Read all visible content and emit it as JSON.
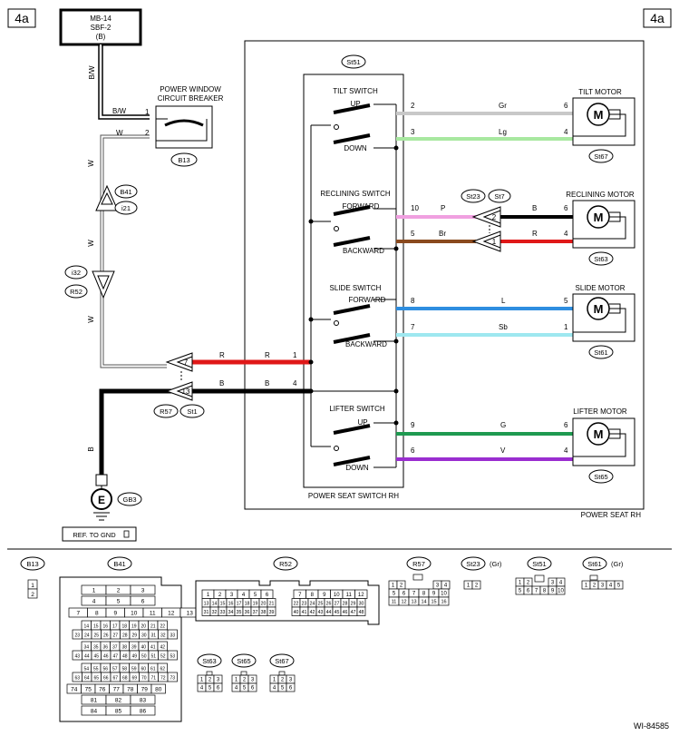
{
  "page": {
    "section_tag": "4a",
    "figure_id": "WI-84585"
  },
  "fuse": {
    "line1": "MB-14",
    "line2": "SBF-2",
    "line3": "(B)"
  },
  "breaker": {
    "line1": "POWER WINDOW",
    "line2": "CIRCUIT BREAKER",
    "connector": "B13",
    "pin1": "1",
    "pin2": "2"
  },
  "wire_colors": {
    "bw": "B/W",
    "w": "W",
    "r": "R",
    "b": "B"
  },
  "connectors": {
    "b41": "B41",
    "i21": "i21",
    "i32": "i32",
    "r52": "R52",
    "r57": "R57",
    "st1": "St1",
    "gb3": "GB3",
    "st23": "St23",
    "st7": "St7",
    "st51": "St51",
    "st67": "St67",
    "st63": "St63",
    "st61": "St61",
    "st65": "St65"
  },
  "ground": {
    "symbol": "E",
    "ref": "REF. TO GND"
  },
  "switch_box": {
    "title": "POWER SEAT SWITCH RH",
    "in_pin_r": "1",
    "in_pin_b": "4",
    "junction_7": "7",
    "junction_13": "13",
    "tilt": {
      "label": "TILT SWITCH",
      "up": "UP",
      "down": "DOWN",
      "pin_up": "2",
      "pin_down": "3"
    },
    "recline": {
      "label": "RECLINING SWITCH",
      "fwd": "FORWARD",
      "back": "BACKWARD",
      "pin_fwd": "10",
      "pin_back": "5",
      "junction_2": "2",
      "junction_1": "1"
    },
    "slide": {
      "label": "SLIDE SWITCH",
      "fwd": "FORWARD",
      "back": "BACKWARD",
      "pin_fwd": "8",
      "pin_back": "7"
    },
    "lifter": {
      "label": "LIFTER SWITCH",
      "up": "UP",
      "down": "DOWN",
      "pin_up": "9",
      "pin_down": "6"
    }
  },
  "seat_title": "POWER SEAT RH",
  "motors": {
    "tilt": {
      "label": "TILT MOTOR",
      "symbol": "M",
      "pin_a": "6",
      "pin_b": "4",
      "conn": "St67"
    },
    "recline": {
      "label": "RECLINING MOTOR",
      "symbol": "M",
      "pin_a": "6",
      "pin_b": "4",
      "conn": "St63"
    },
    "slide": {
      "label": "SLIDE MOTOR",
      "symbol": "M",
      "pin_a": "5",
      "pin_b": "1",
      "conn": "St61"
    },
    "lifter": {
      "label": "LIFTER MOTOR",
      "symbol": "M",
      "pin_a": "6",
      "pin_b": "4",
      "conn": "St65"
    }
  },
  "wires": {
    "gr": {
      "label": "Gr",
      "color": "#c8c8c8"
    },
    "lg": {
      "label": "Lg",
      "color": "#a8e8a0"
    },
    "p": {
      "label": "P",
      "color": "#f0a0e0"
    },
    "br": {
      "label": "Br",
      "color": "#8a4a1e"
    },
    "l": {
      "label": "L",
      "color": "#2e8ee0"
    },
    "sb": {
      "label": "Sb",
      "color": "#9ee8f0"
    },
    "g": {
      "label": "G",
      "color": "#1e9a50"
    },
    "v": {
      "label": "V",
      "color": "#9a2ed0"
    },
    "b": {
      "label": "B",
      "color": "#000000"
    },
    "r": {
      "label": "R",
      "color": "#e01818"
    }
  },
  "legend": {
    "b13": {
      "label": "B13",
      "pins": [
        "1",
        "2"
      ]
    },
    "b41": {
      "label": "B41",
      "rows": [
        [
          "1",
          "2",
          "3"
        ],
        [
          "4",
          "5",
          "6"
        ],
        [
          "7",
          "8",
          "9",
          "10",
          "11",
          "12",
          "13"
        ],
        [
          "14",
          "15",
          "16",
          "17",
          "18",
          "19",
          "20",
          "21",
          "22"
        ],
        [
          "23",
          "24",
          "25",
          "26",
          "27",
          "28",
          "29",
          "30",
          "31",
          "32",
          "33"
        ],
        [
          "34",
          "35",
          "36",
          "37",
          "38",
          "39",
          "40",
          "41",
          "42"
        ],
        [
          "43",
          "44",
          "45",
          "46",
          "47",
          "48",
          "49",
          "50",
          "51",
          "52",
          "53"
        ],
        [
          "54",
          "55",
          "56",
          "57",
          "58",
          "59",
          "60",
          "61",
          "62"
        ],
        [
          "63",
          "64",
          "65",
          "66",
          "67",
          "68",
          "69",
          "70",
          "71",
          "72",
          "73"
        ],
        [
          "74",
          "75",
          "76",
          "77",
          "78",
          "79",
          "80"
        ],
        [
          "81",
          "82",
          "83"
        ],
        [
          "84",
          "85",
          "86"
        ]
      ]
    },
    "r52": {
      "label": "R52",
      "rows": [
        [
          "1",
          "2",
          "3",
          "4",
          "5",
          "6"
        ],
        [
          "13",
          "14",
          "15",
          "16",
          "17",
          "18",
          "19",
          "20",
          "21"
        ],
        [
          "31",
          "32",
          "33",
          "34",
          "35",
          "36",
          "37",
          "38",
          "39"
        ],
        [
          "7",
          "8",
          "9",
          "10",
          "11",
          "12"
        ],
        [
          "22",
          "23",
          "24",
          "25",
          "26",
          "27",
          "28",
          "29",
          "30"
        ],
        [
          "40",
          "41",
          "42",
          "43",
          "44",
          "45",
          "46",
          "47",
          "48"
        ]
      ]
    },
    "r57": {
      "label": "R57",
      "rows": [
        [
          "1",
          "2",
          "3",
          "4"
        ],
        [
          "5",
          "6",
          "7",
          "8",
          "9",
          "10"
        ],
        [
          "11",
          "12",
          "13",
          "14",
          "15",
          "16"
        ]
      ]
    },
    "st23": {
      "label": "St23",
      "color_tag": "(Gr)",
      "pins": [
        "1",
        "2"
      ]
    },
    "st51": {
      "label": "St51",
      "rows": [
        [
          "1",
          "2",
          "3",
          "4"
        ],
        [
          "5",
          "6",
          "7",
          "8",
          "9",
          "10"
        ]
      ]
    },
    "st61": {
      "label": "St61",
      "color_tag": "(Gr)",
      "pins": [
        "1",
        "2",
        "3",
        "4",
        "5"
      ]
    },
    "st63": {
      "label": "St63",
      "rows": [
        [
          "1",
          "2",
          "3"
        ],
        [
          "4",
          "5",
          "6"
        ]
      ]
    },
    "st65": {
      "label": "St65",
      "rows": [
        [
          "1",
          "2",
          "3"
        ],
        [
          "4",
          "5",
          "6"
        ]
      ]
    },
    "st67": {
      "label": "St67",
      "rows": [
        [
          "1",
          "2",
          "3"
        ],
        [
          "4",
          "5",
          "6"
        ]
      ]
    }
  }
}
